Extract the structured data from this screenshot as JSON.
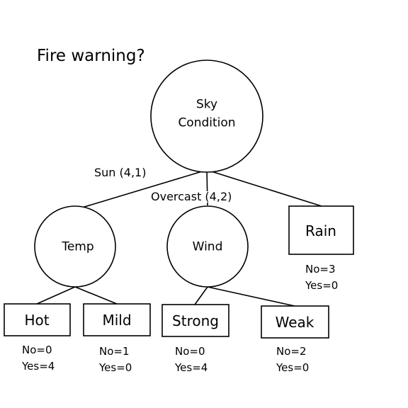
{
  "diagram": {
    "title": "Fire warning?",
    "root": {
      "label_line1": "Sky",
      "label_line2": "Condition"
    },
    "edges": {
      "sun": "Sun (4,1)",
      "overcast": "Overcast (4,2)"
    },
    "nodes": {
      "temp": "Temp",
      "wind": "Wind"
    },
    "leaves": {
      "rain": {
        "label": "Rain",
        "no": "No=3",
        "yes": "Yes=0"
      },
      "hot": {
        "label": "Hot",
        "no": "No=0",
        "yes": "Yes=4"
      },
      "mild": {
        "label": "Mild",
        "no": "No=1",
        "yes": "Yes=0"
      },
      "strong": {
        "label": "Strong",
        "no": "No=0",
        "yes": "Yes=4"
      },
      "weak": {
        "label": "Weak",
        "no": "No=2",
        "yes": "Yes=0"
      }
    },
    "colors": {
      "line": "#000000",
      "background": "#ffffff"
    }
  }
}
